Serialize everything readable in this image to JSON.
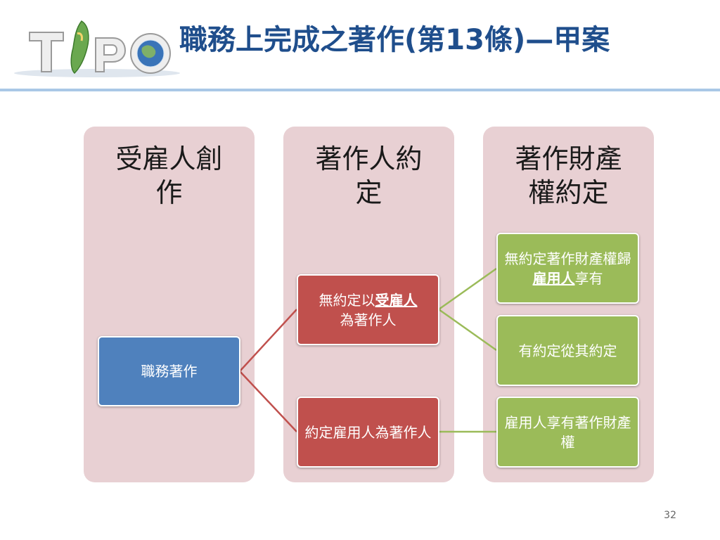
{
  "slide": {
    "title": "職務上完成之著作(第13條)—甲案",
    "page_number": "32",
    "logo_text": "TIPO"
  },
  "columns": [
    {
      "header_line1": "受雇人創",
      "header_line2": "作"
    },
    {
      "header_line1": "著作人約",
      "header_line2": "定"
    },
    {
      "header_line1": "著作財產",
      "header_line2": "權約定"
    }
  ],
  "nodes": {
    "root": {
      "label": "職務著作"
    },
    "authorship_none": {
      "pre": "無約定以",
      "bold": "受雇人",
      "post": "為著作人"
    },
    "authorship_agreed": {
      "label": "約定雇用人為著作人"
    },
    "property_none": {
      "pre": "無約定著作財產權歸",
      "bold": "雇用人",
      "post": "享有"
    },
    "property_agreed": {
      "label": "有約定從其約定"
    },
    "property_employer": {
      "label": "雇用人享有著作財產權"
    }
  },
  "colors": {
    "title": "#1f4e8c",
    "column_bg": "#e8d0d3",
    "blue_node": "#4f81bd",
    "red_node": "#c0504d",
    "green_node": "#9bbb59",
    "red_connector": "#c0504d",
    "green_connector": "#9bbb59"
  }
}
